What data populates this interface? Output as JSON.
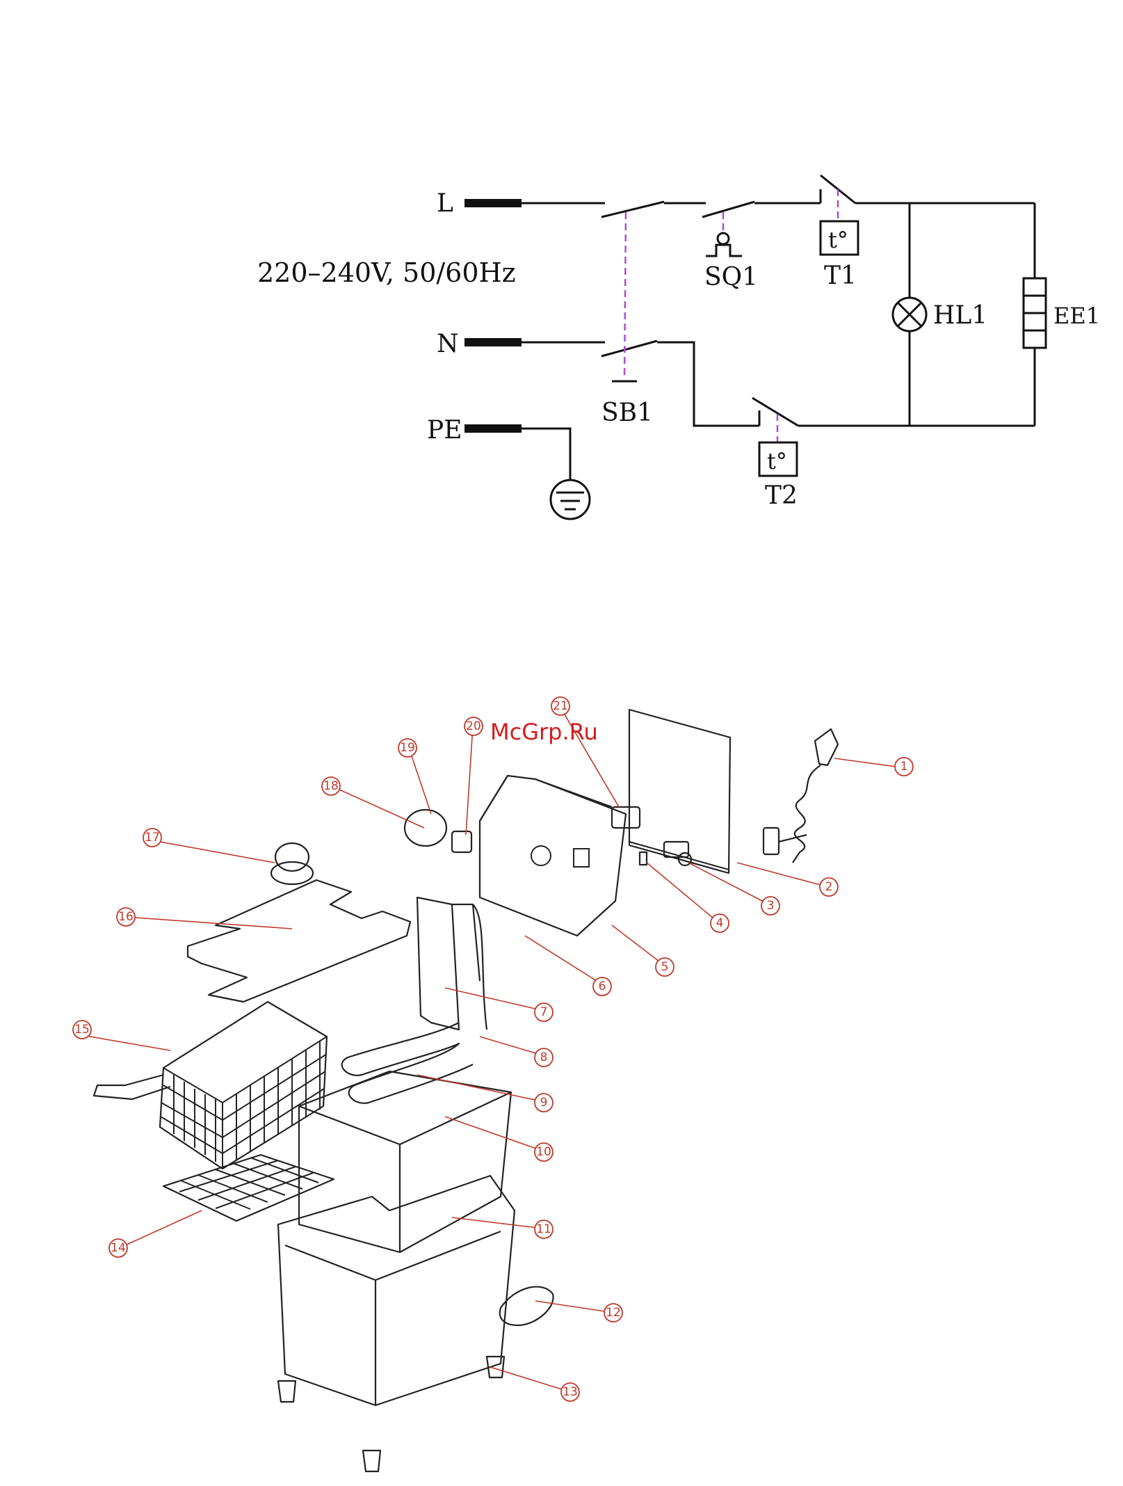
{
  "schematic": {
    "terminals": [
      "L",
      "N",
      "PE"
    ],
    "supply": "220–240V, 50/60Hz",
    "components": {
      "sb1": "SB1",
      "sq1": "SQ1",
      "t1": "T1",
      "t2": "T2",
      "hl1": "HL1",
      "ee1": "EE1",
      "thermo_symbol": "t°"
    }
  },
  "exploded_view": {
    "callouts": [
      "1",
      "2",
      "3",
      "4",
      "5",
      "6",
      "7",
      "8",
      "9",
      "10",
      "11",
      "12",
      "13",
      "14",
      "15",
      "16",
      "17",
      "18",
      "19",
      "20",
      "21"
    ]
  },
  "watermark": "McGrp.Ru",
  "colors": {
    "line": "#111111",
    "mechanical_link": "#b04bd6",
    "callout": "#c0392b",
    "watermark": "#d41c1c"
  }
}
